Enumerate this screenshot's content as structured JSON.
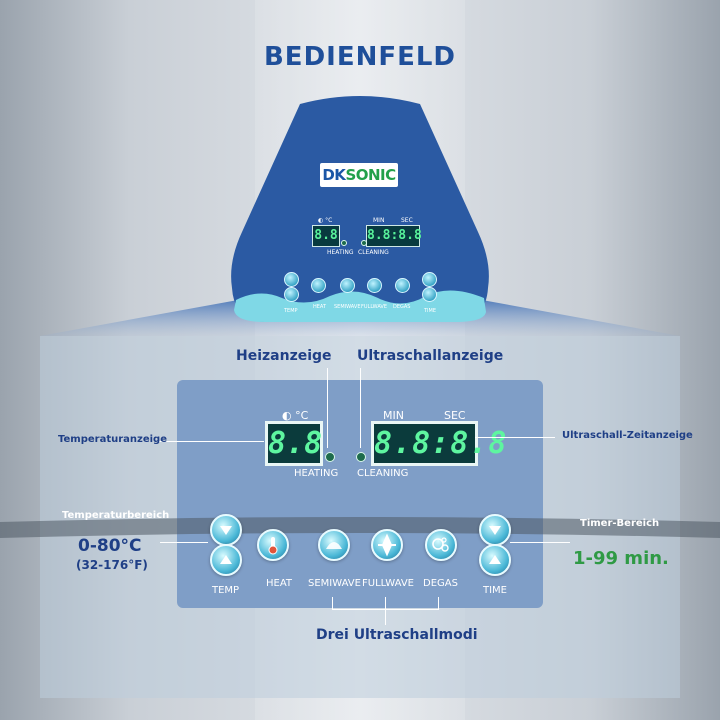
{
  "title": "BEDIENFELD",
  "logo": {
    "dk": "DK",
    "sonic": "SONIC"
  },
  "display": {
    "temp_symbol": "◐ °C",
    "temp_digits": "8.8",
    "time_digits": "8.8:8.8",
    "min_label": "MIN",
    "sec_label": "SEC",
    "heating_label": "HEATING",
    "cleaning_label": "CLEANING"
  },
  "buttons": {
    "temp": "TEMP",
    "heat": "HEAT",
    "semiwave": "SEMIWAVE",
    "fullwave": "FULLWAVE",
    "degas": "DEGAS",
    "time": "TIME"
  },
  "callouts": {
    "heizanzeige": "Heizanzeige",
    "ultraschallanzeige": "Ultraschallanzeige",
    "temperaturanzeige": "Temperaturanzeige",
    "zeitanzeige": "Ultraschall-Zeitanzeige",
    "temperaturbereich": "Temperaturbereich",
    "temp_range": "0-80°C",
    "temp_range_f": "(32-176°F)",
    "timer_bereich": "Timer-Bereich",
    "timer_range": "1-99 min.",
    "modes": "Drei Ultraschallmodi"
  },
  "colors": {
    "panel": "#2b5aa3",
    "lcd_bg": "#0b3b3c",
    "lcd_text": "#5ef5a0",
    "title": "#1f4f9a",
    "accent_green": "#2f9a45"
  }
}
